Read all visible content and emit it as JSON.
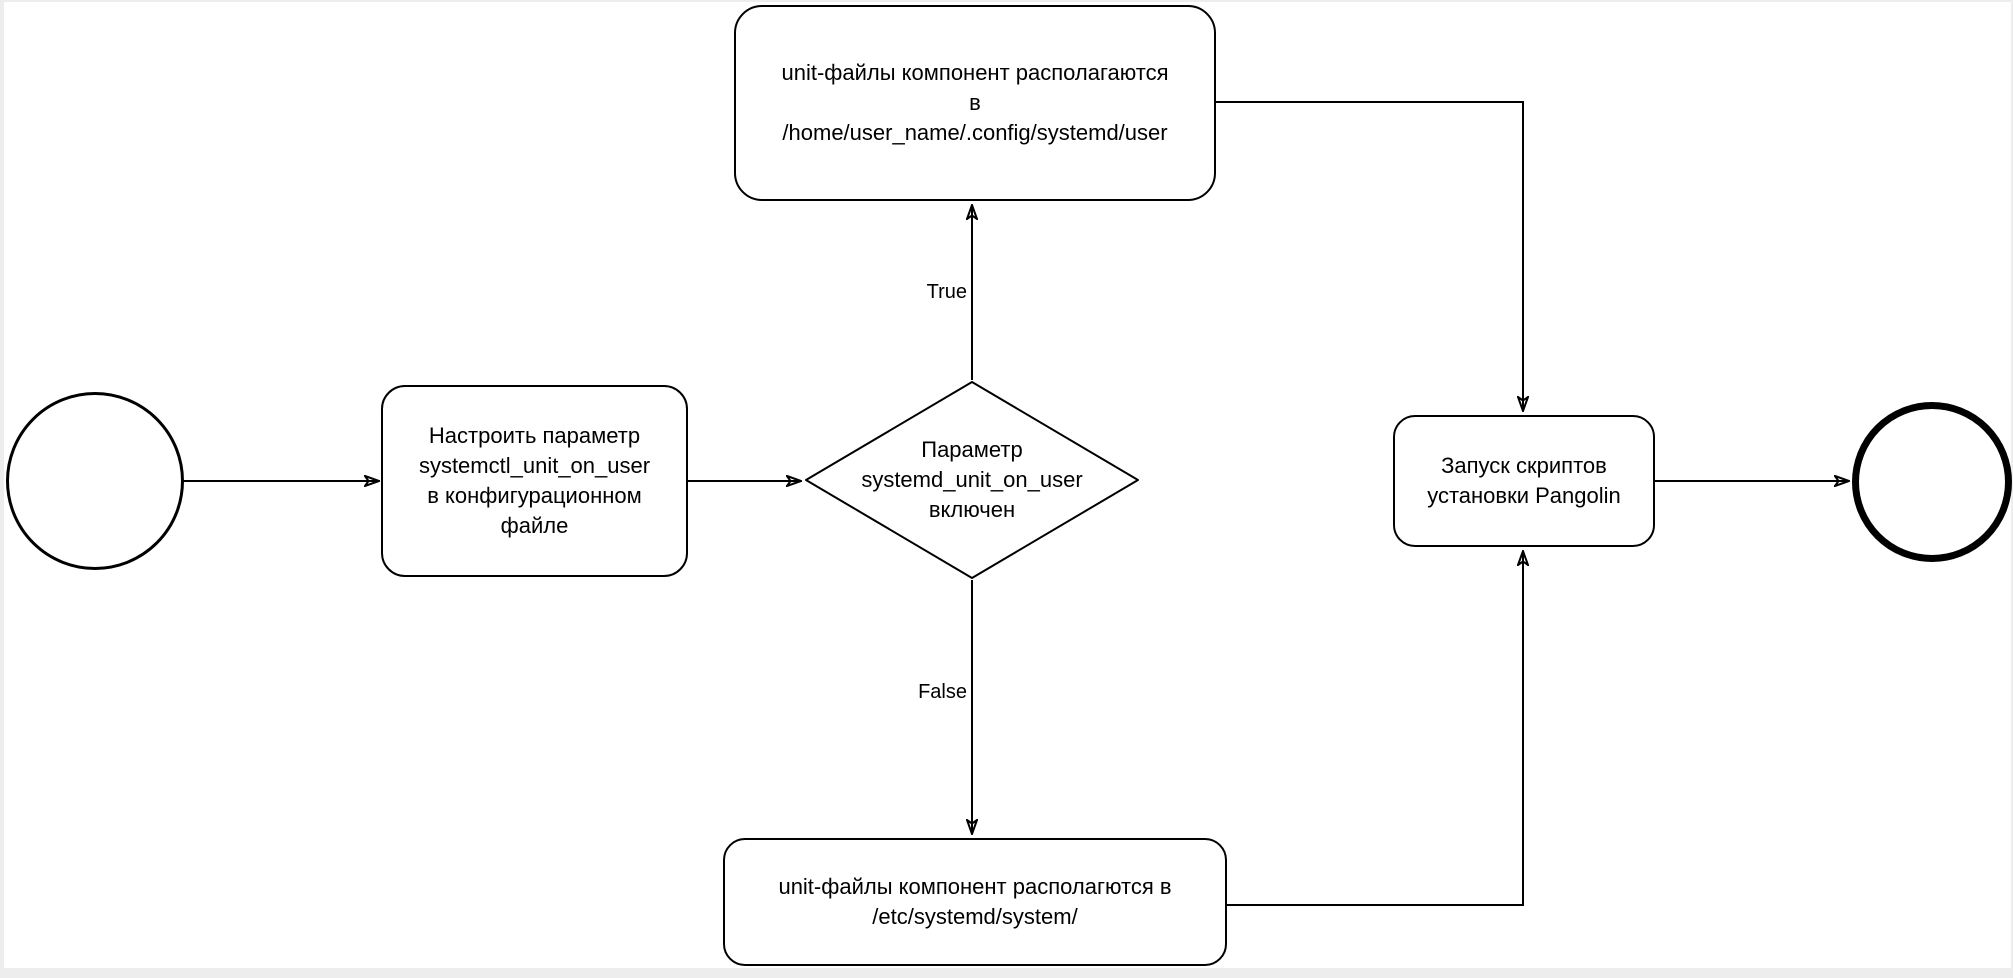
{
  "window": {
    "frame_color": "#ededed",
    "canvas_color": "#ffffff"
  },
  "diagram": {
    "stroke_color": "#000000",
    "text_color": "#000000",
    "nodes": {
      "start": {
        "shape": "circle"
      },
      "config": {
        "label": [
          "Настроить параметр",
          "systemctl_unit_on_user",
          "в конфигурационном",
          "файле"
        ]
      },
      "decision": {
        "label": [
          "Параметр",
          "systemd_unit_on_user",
          "включен"
        ]
      },
      "user_unit": {
        "label": [
          "unit-файлы компонент располагаются",
          "в",
          "/home/user_name/.config/systemd/user"
        ]
      },
      "system_unit": {
        "label": [
          "unit-файлы компонент располагются в",
          "/etc/systemd/system/"
        ]
      },
      "run_scripts": {
        "label": [
          "Запуск скриптов",
          "установки Pangolin"
        ]
      },
      "end": {
        "shape": "circle-bold"
      }
    },
    "edge_labels": {
      "true_branch": "True",
      "false_branch": "False"
    }
  }
}
